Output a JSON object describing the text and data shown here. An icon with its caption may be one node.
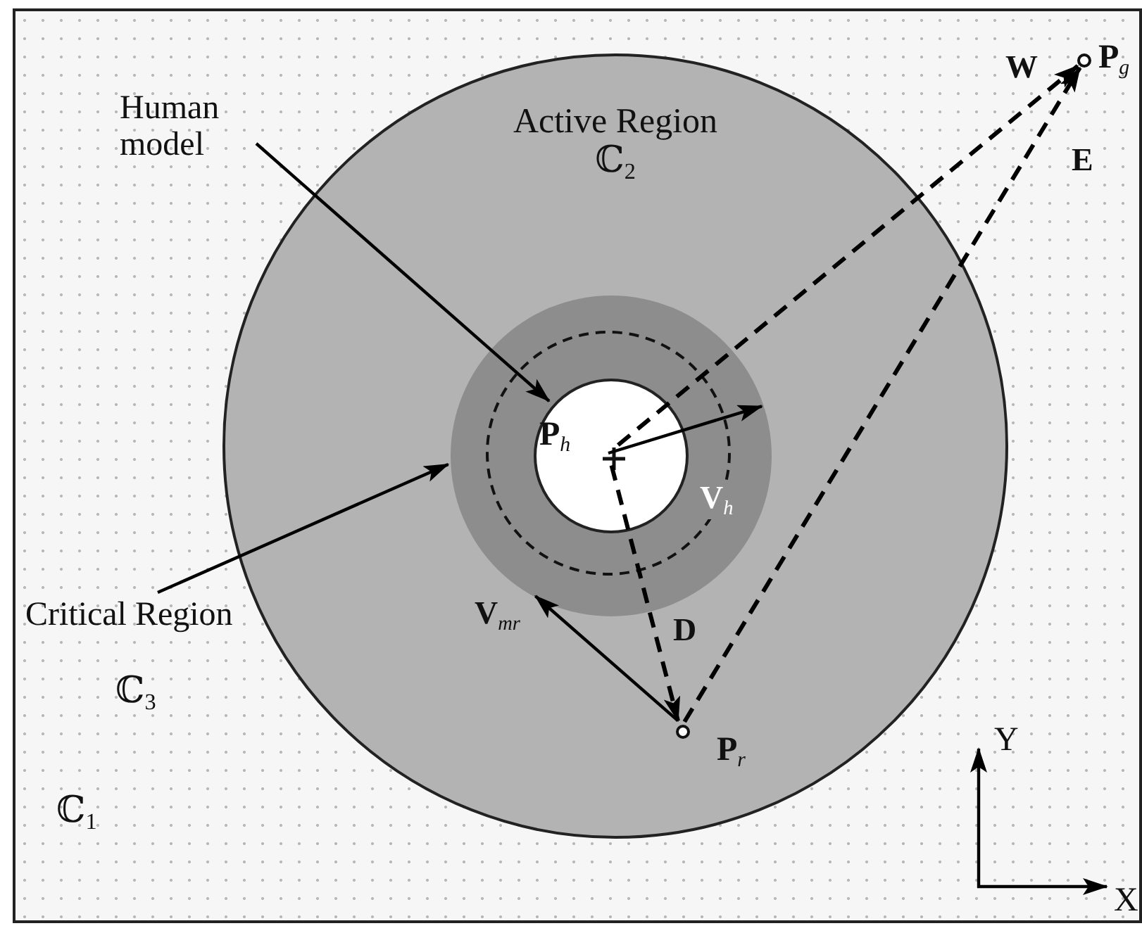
{
  "diagram": {
    "nodes": [
      {
        "text": [
          "Active Region",
          "ℂ$_{2}$"
        ]
      },
      {
        "text": [],
        "shape": "circle",
        "in": 0
      },
      {
        "text": [],
        "shape": "circle",
        "in": 1
      },
      {
        "text": [
          "Human model"
        ]
      },
      {
        "text": [
          "Critical Region"
        ]
      },
      {
        "text": [],
        "shape": "cross",
        "beside": [
          "P$_{h}$"
        ],
        "in": 2
      },
      {
        "text": [],
        "shape": "circle",
        "beside": [
          "P$_{r}$"
        ],
        "in": 0
      },
      {
        "text": [],
        "shape": "circle",
        "beside": [
          "P$_{g}$"
        ]
      }
    ],
    "edges": [
      {
        "from": 3,
        "to": 2,
        "arrow": "to"
      },
      {
        "from": 4,
        "to": 1,
        "arrow": "to"
      },
      {
        "from": 5,
        "to": 7,
        "arrow": "to",
        "label": "W",
        "style": "dashed"
      },
      {
        "from": 6,
        "to": 7,
        "arrow": "to",
        "label": "E",
        "style": "dashed"
      },
      {
        "from": 5,
        "to": 6,
        "arrow": "to",
        "label": "D",
        "style": "dashed"
      },
      {
        "from": 5,
        "to": 1,
        "arrow": "to",
        "label": "V$_{h}$"
      },
      {
        "from": 6,
        "to": 1,
        "arrow": "to",
        "label": "V$_{mr}$"
      }
    ],
    "labels": [
      "ℂ$_{3}$",
      "ℂ$_{1}$",
      "Y",
      "X"
    ]
  }
}
